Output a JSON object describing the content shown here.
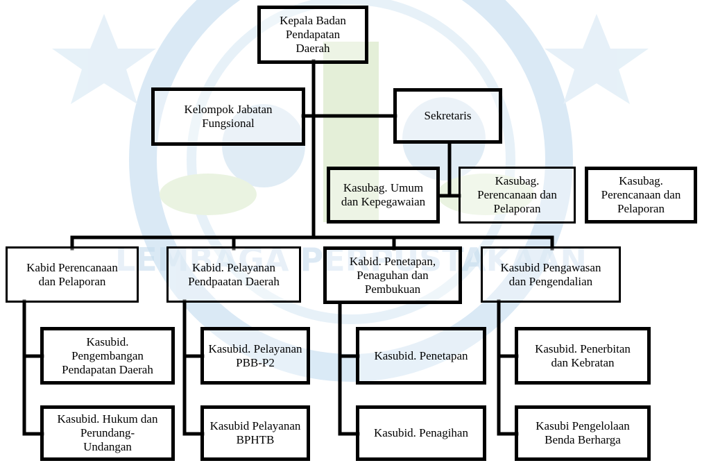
{
  "watermark_text": "LEMBAGA PERPUSTAKAAN",
  "colors": {
    "line": "#000000",
    "box_border": "#000000",
    "watermark_blue": "#bcd8ee",
    "watermark_green": "#b9d7a3"
  },
  "org": {
    "head": "Kepala Badan\nPendapatan\nDaerah",
    "functional": "Kelompok Jabatan\nFungsional",
    "secretary": "Sekretaris",
    "sub_umum": "Kasubag. Umum\ndan Kepegawaian",
    "sub_perencanaan": "Kasubag.\nPerencanaan dan\nPelaporan",
    "sub_perencanaan_copy": "Kasubag.\nPerencanaan dan\nPelaporan",
    "divisions": [
      {
        "title": "Kabid Perencanaan\ndan Pelaporan",
        "subs": [
          "Kasubid.\nPengembangan\nPendapatan Daerah",
          "Kasubid. Hukum dan\nPerundang-\nUndangan"
        ]
      },
      {
        "title": "Kabid. Pelayanan\nPendpaatan Daerah",
        "subs": [
          "Kasubid. Pelayanan\nPBB-P2",
          "Kasubid Pelayanan\nBPHTB"
        ]
      },
      {
        "title": "Kabid. Penetapan,\nPenaguhan dan\nPembukuan",
        "subs": [
          "Kasubid. Penetapan",
          "Kasubid. Penagihan"
        ]
      },
      {
        "title": "Kasubid Pengawasan\ndan Pengendalian",
        "subs": [
          "Kasubid. Penerbitan\ndan Kebratan",
          "Kasubi Pengelolaan\nBenda Berharga"
        ]
      }
    ]
  }
}
